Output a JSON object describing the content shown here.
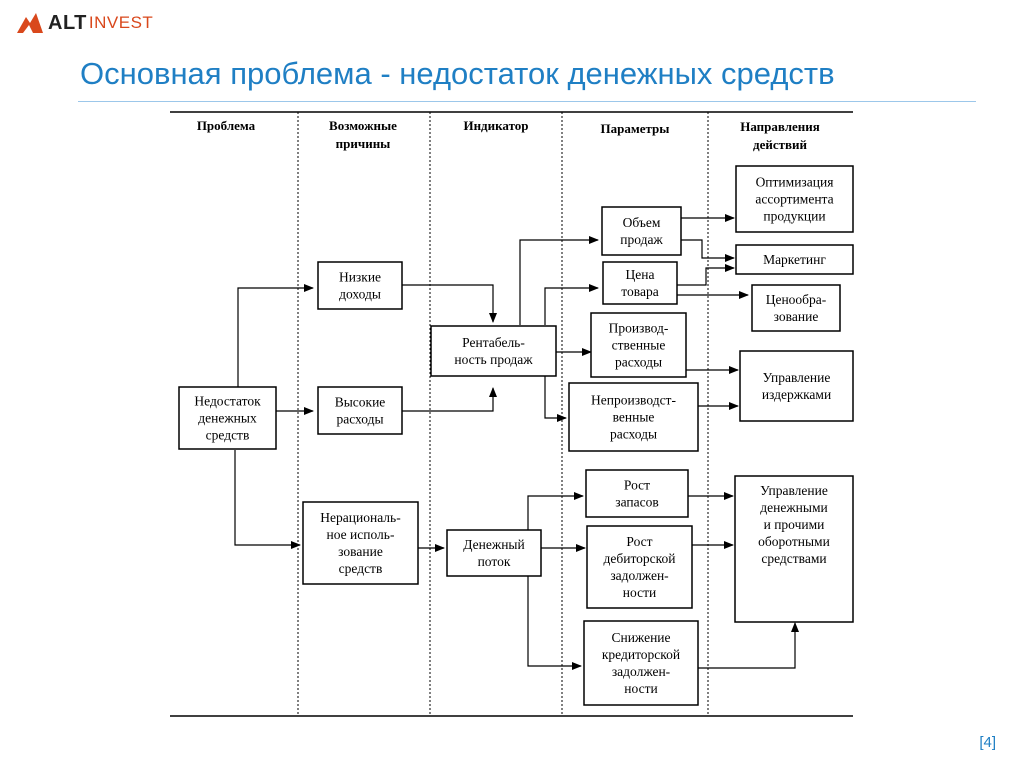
{
  "logo": {
    "alt": "ALT",
    "invest": "INVEST"
  },
  "title": "Основная проблема  - недостаток денежных средств",
  "footnote": "[4]",
  "columns": [
    {
      "id": "col-problem",
      "lines": [
        "Проблема"
      ]
    },
    {
      "id": "col-causes",
      "lines": [
        "Возможные",
        "причины"
      ]
    },
    {
      "id": "col-indicator",
      "lines": [
        "Индикатор"
      ]
    },
    {
      "id": "col-parameters",
      "lines": [
        "Параметры"
      ]
    },
    {
      "id": "col-actions",
      "lines": [
        "Направления",
        "действий"
      ]
    }
  ],
  "boxes": {
    "shortage": [
      "Недостаток",
      "денежных",
      "средств"
    ],
    "low_income": [
      "Низкие",
      "доходы"
    ],
    "high_costs": [
      "Высокие",
      "расходы"
    ],
    "irrational_use": [
      "Нерациональ-",
      "ное исполь-",
      "зование",
      "средств"
    ],
    "profitability": [
      "Рентабель-",
      "ность продаж"
    ],
    "cash_flow": [
      "Денежный",
      "поток"
    ],
    "sales_volume": [
      "Объем",
      "продаж"
    ],
    "goods_price": [
      "Цена",
      "товара"
    ],
    "production_costs": [
      "Производ-",
      "ственные",
      "расходы"
    ],
    "nonproduction_costs": [
      "Непроизводст-",
      "венные",
      "расходы"
    ],
    "inventory_growth": [
      "Рост",
      "запасов"
    ],
    "receivables_growth": [
      "Рост",
      "дебиторской",
      "задолжен-",
      "ности"
    ],
    "payables_decrease": [
      "Снижение",
      "кредиторской",
      "задолжен-",
      "ности"
    ],
    "assortment": [
      "Оптимизация",
      "ассортимента",
      "продукции"
    ],
    "marketing": [
      "Маркетинг"
    ],
    "pricing": [
      "Ценообра-",
      "зование"
    ],
    "cost_management": [
      "Управление",
      "издержками"
    ],
    "working_capital": [
      "Управление",
      "денежными",
      "и прочими",
      "оборотными",
      "средствами"
    ]
  },
  "colors": {
    "title": "#1f7fc4",
    "logo_accent": "#d9481c",
    "line": "#000000",
    "rule": "#9cc7ea"
  }
}
